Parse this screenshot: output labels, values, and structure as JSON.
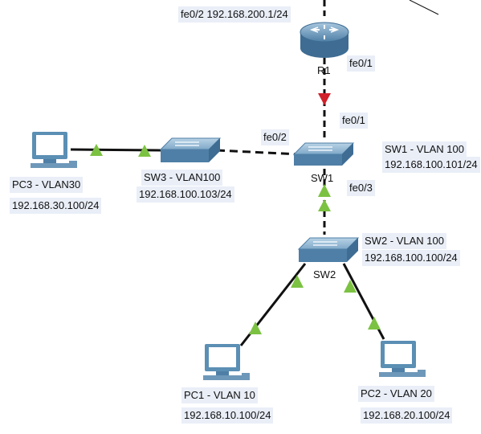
{
  "router": {
    "name": "R1",
    "port_up": "fe0/2 192.168.200.1/24",
    "port_down": "fe0/1"
  },
  "sw1": {
    "name": "SW1",
    "port_up": "fe0/1",
    "port_left": "fe0/2",
    "port_down": "fe0/3",
    "label_line1": "SW1 - VLAN 100",
    "label_line2": "192.168.100.101/24"
  },
  "sw2": {
    "name": "SW2",
    "label_line1": "SW2 - VLAN 100",
    "label_line2": "192.168.100.100/24"
  },
  "sw3": {
    "label_line1": "SW3 - VLAN100",
    "label_line2": "192.168.100.103/24"
  },
  "pc1": {
    "label_line1": "PC1 - VLAN 10",
    "label_line2": "192.168.10.100/24"
  },
  "pc2": {
    "label_line1": "PC2 - VLAN 20",
    "label_line2": "192.168.20.100/24"
  },
  "pc3": {
    "label_line1": "PC3 - VLAN30",
    "label_line2": "192.168.30.100/24"
  },
  "colors": {
    "link": "#111111",
    "link_up_indicator": "#7cc242",
    "link_down_indicator": "#d0202a",
    "label_bg": "#e9eef7",
    "device_blue": "#5b8fb4"
  }
}
